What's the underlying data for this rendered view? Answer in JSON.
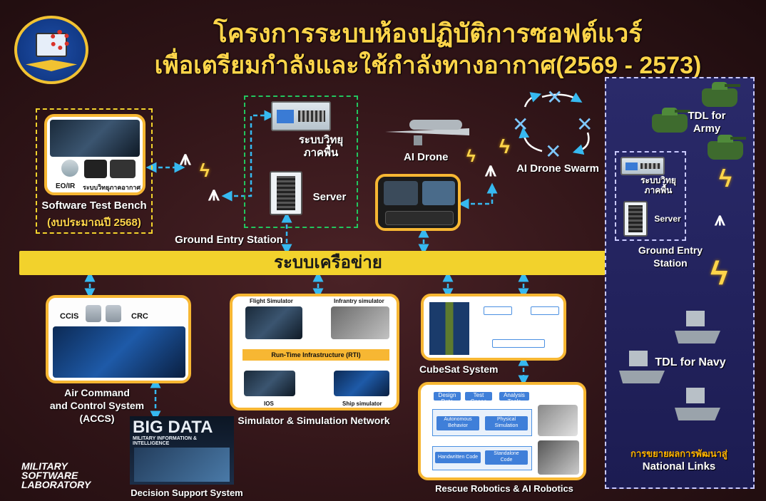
{
  "title_line1": "โครงการระบบห้องปฏิบัติการซอฟต์แวร์",
  "title_line2": "เพื่อเตรียมกำลังและใช้กำลังทางอากาศ(2569 - 2573)",
  "colors": {
    "accent_yellow": "#f2d22c",
    "card_border": "#f7b733",
    "connector_blue": "#36b9f0",
    "navy_panel": "#23235e"
  },
  "software_test_bench": {
    "label": "Software Test Bench",
    "budget": "(งบประมาณปี 2568)",
    "items": [
      "EO/IR",
      "ระบบวิทยุภาคอากาศ"
    ]
  },
  "ground_entry_station": {
    "label": "Ground Entry Station",
    "radio": "ระบบวิทยุ\nภาคพื้น",
    "server": "Server"
  },
  "ai_drone": {
    "label": "AI Drone"
  },
  "ai_drone_swarm": {
    "label": "AI Drone Swarm"
  },
  "network": {
    "label": "ระบบเครือข่าย"
  },
  "accs": {
    "label": "Air Command\nand Control System\n(ACCS)",
    "items": [
      "CCIS",
      "CRC"
    ]
  },
  "simulation": {
    "label": "Simulator & Simulation Network",
    "flight": "Flight Simulator",
    "infantry": "Infrantry simulator",
    "rti": "Run-Time Infrastructure (RTI)",
    "ios": "IOS",
    "ship": "Ship simulator"
  },
  "cubesat": {
    "label": "CubeSat System"
  },
  "robotics": {
    "label": "Rescue Robotics & AI Robotics",
    "boxes": [
      "Design Data",
      "Test Cases",
      "Analysis Tools",
      "Autonomous\nBehavior",
      "Physical\nSimulation",
      "Handwritten Code",
      "Standalone\nCode"
    ]
  },
  "dss": {
    "label": "Decision Support System",
    "poster_title": "BIG DATA",
    "poster_sub": "MILITARY INFORMATION & INTELLIGENCE"
  },
  "tdl_army": {
    "label": "TDL for\nArmy"
  },
  "tdl_navy": {
    "label": "TDL for Navy"
  },
  "navy_panel": {
    "radio": "ระบบวิทยุ\nภาคพื้น",
    "server": "Server",
    "station": "Ground Entry\nStation"
  },
  "national_links": {
    "line1": "การขยายผลการพัฒนาสู่",
    "line2": "National Links"
  },
  "msl_logo": {
    "text": "MILITARY\nSOFTWARE\nLABORATORY"
  }
}
